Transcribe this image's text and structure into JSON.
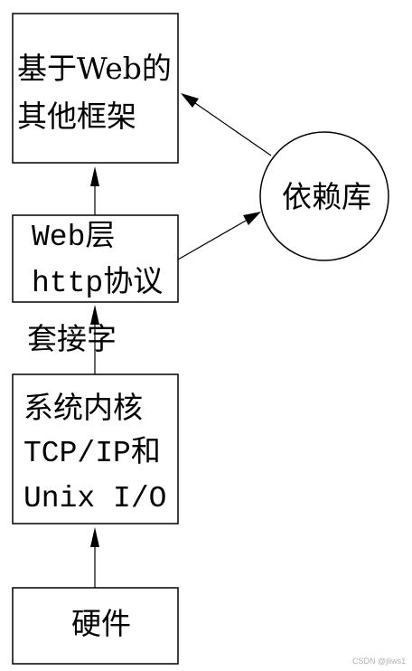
{
  "nodes": {
    "framework": {
      "lines": [
        "基于Web的",
        "其他框架"
      ]
    },
    "web_layer": {
      "lines": [
        "Web层",
        "http协议"
      ]
    },
    "kernel": {
      "lines": [
        "系统内核",
        "TCP/IP和",
        "Unix I/O"
      ]
    },
    "hardware": {
      "lines": [
        "硬件"
      ]
    },
    "library": {
      "lines": [
        "依赖库"
      ]
    }
  },
  "edge_labels": {
    "socket": "套接字"
  },
  "watermark": "CSDN @jliws1"
}
